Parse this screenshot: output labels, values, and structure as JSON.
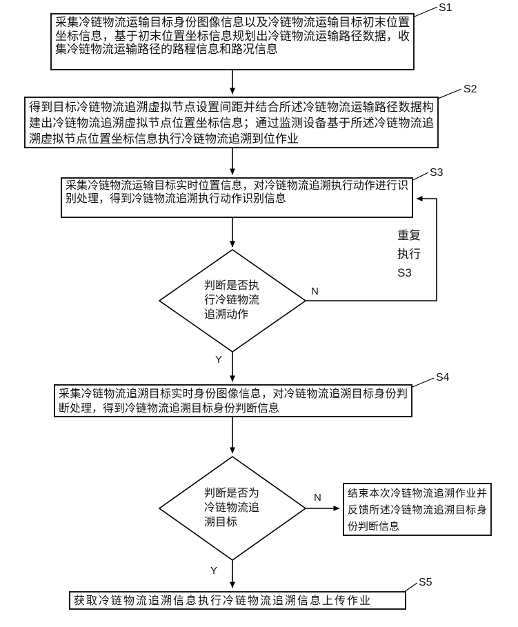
{
  "colors": {
    "background": "#ffffff",
    "line": "#000000",
    "text": "#111111"
  },
  "steps": {
    "s1": {
      "label": "S1",
      "text": "采集冷链物流运输目标身份图像信息以及冷链物流运输目标初末位置坐标信息，基于初末位置坐标信息规划出冷链物流运输路径数据，收集冷链物流运输路径的路程信息和路况信息"
    },
    "s2": {
      "label": "S2",
      "text": "得到目标冷链物流追溯虚拟节点设置间距并结合所述冷链物流运输路径数据构建出冷链物流追溯虚拟节点位置坐标信息；通过监测设备基于所述冷链物流追溯虚拟节点位置坐标信息执行冷链物流追溯到位作业"
    },
    "s3": {
      "label": "S3",
      "text": "采集冷链物流运输目标实时位置信息，对冷链物流追溯执行动作进行识别处理，得到冷链物流追溯执行动作识别信息"
    },
    "s4": {
      "label": "S4",
      "text": "采集冷链物流追溯目标实时身份图像信息，对冷链物流追溯目标身份判断处理，得到冷链物流追溯目标身份判断信息"
    },
    "s5": {
      "label": "S5",
      "text": "获取冷链物流追溯信息执行冷链物流追溯信息上传作业"
    }
  },
  "decisions": {
    "d1": {
      "text": "判断是否执行冷链物流追溯动作",
      "yes": "Y",
      "no": "N"
    },
    "d2": {
      "text": "判断是否为冷链物流追溯目标",
      "yes": "Y",
      "no": "N"
    }
  },
  "side_box": {
    "text": "结束本次冷链物流追溯作业并反馈所述冷链物流追溯目标身份判断信息"
  },
  "loop_note": {
    "line1": "重复",
    "line2": "执行",
    "line3": "S3"
  }
}
